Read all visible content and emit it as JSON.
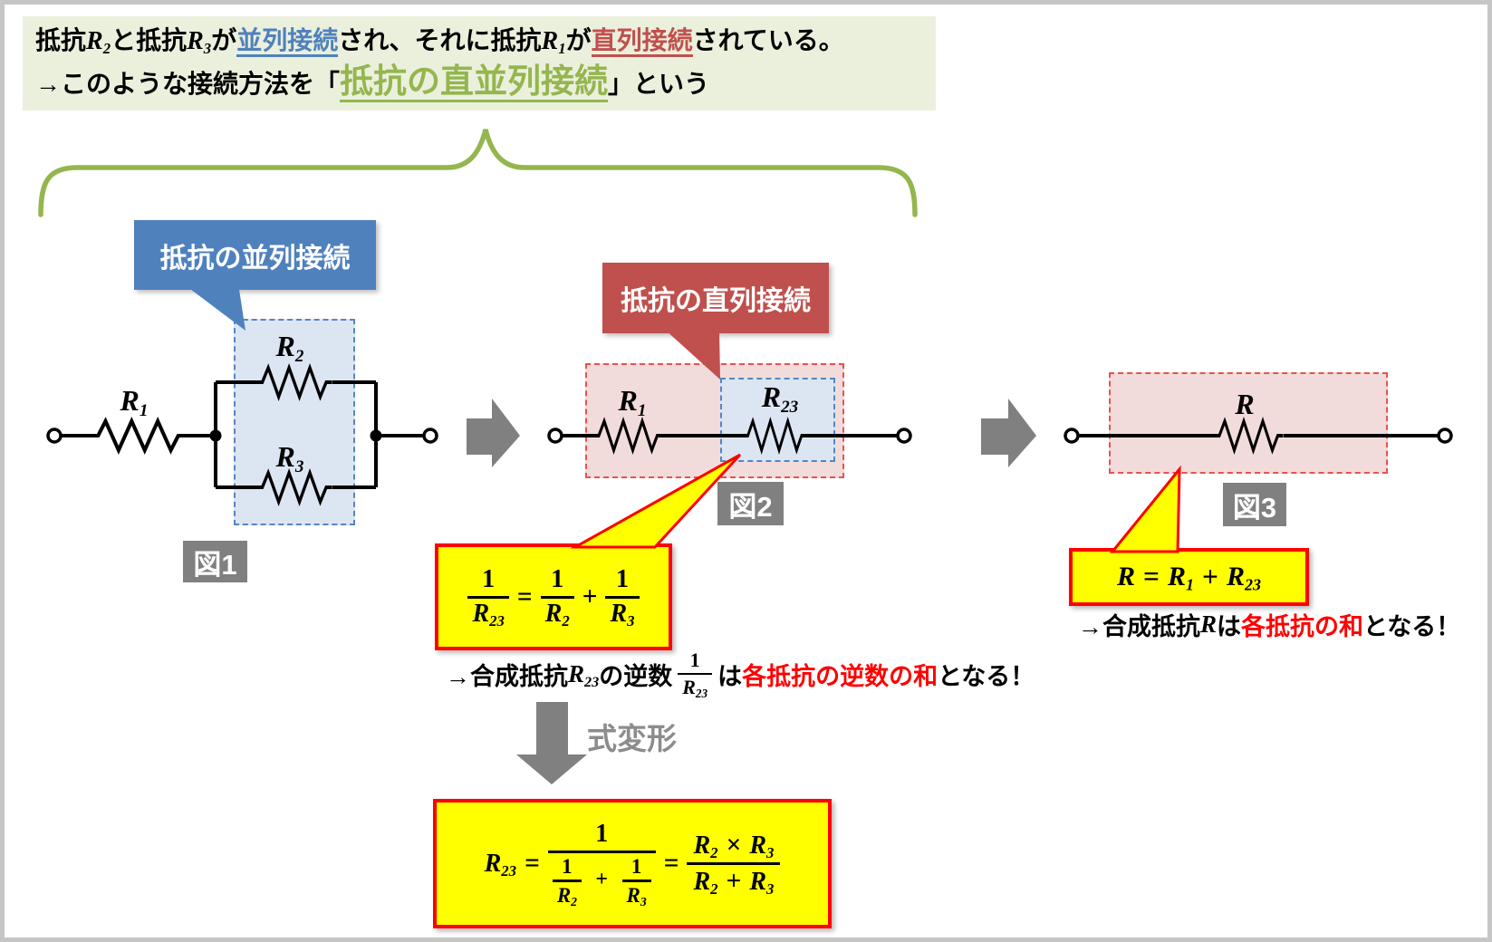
{
  "colors": {
    "accent_blue": "#4f81bd",
    "accent_red": "#c0504d",
    "accent_green": "#94b64e",
    "highlight_yellow": "#ffff00",
    "formula_border_red": "#ff0000",
    "note_red": "#ff0000",
    "gray": "#808080",
    "light_blue_fill": "#dce6f2",
    "light_pink_fill": "#f2dcdb",
    "header_bg": "#ebf0dd"
  },
  "header": {
    "line1": {
      "t1": "抵抗",
      "r2": "R",
      "r2s": "2",
      "t2": "と抵抗",
      "r3": "R",
      "r3s": "3",
      "t3": "が",
      "parallel": "並列接続",
      "t4": "され、それに抵抗",
      "r1": "R",
      "r1s": "1",
      "t5": "が",
      "series": "直列接続",
      "t6": "されている。"
    },
    "line2": {
      "t1": "→このような接続方法を「",
      "highlight": "抵抗の直並列接続",
      "t2": "」という"
    }
  },
  "callouts": {
    "parallel": "抵抗の並列接続",
    "series": "抵抗の直列接続"
  },
  "fig1": {
    "label": "図1",
    "r1": "R",
    "r1s": "1",
    "r2": "R",
    "r2s": "2",
    "r3": "R",
    "r3s": "3"
  },
  "fig2": {
    "label": "図2",
    "r1": "R",
    "r1s": "1",
    "r23": "R",
    "r23s": "23"
  },
  "fig3": {
    "label": "図3",
    "r": "R"
  },
  "formula_reciprocal": {
    "n1": "1",
    "d1r": "R",
    "d1s": "23",
    "eq": "=",
    "n2": "1",
    "d2r": "R",
    "d2s": "2",
    "plus": "+",
    "n3": "1",
    "d3r": "R",
    "d3s": "3"
  },
  "formula_sum": {
    "lhs": "R",
    "eq": "=",
    "a": "R",
    "as": "1",
    "plus": "+",
    "b": "R",
    "bs": "23"
  },
  "formula_transform": {
    "lhs": "R",
    "lhss": "23",
    "eq1": "=",
    "outer_num": "1",
    "i1n": "1",
    "i1r": "R",
    "i1s": "2",
    "plus1": "+",
    "i2n": "1",
    "i2r": "R",
    "i2s": "3",
    "eq2": "=",
    "num_a": "R",
    "num_as": "2",
    "times": "×",
    "num_b": "R",
    "num_bs": "3",
    "den_a": "R",
    "den_as": "2",
    "plus2": "+",
    "den_b": "R",
    "den_bs": "3"
  },
  "note_fig2": {
    "t1": "→合成抵抗",
    "r": "R",
    "rs": "23",
    "t2": "の逆数",
    "fn": "1",
    "fdr": "R",
    "fds": "23",
    "t3": "は",
    "red": "各抵抗の逆数の和",
    "t4": "となる！"
  },
  "note_fig3": {
    "t1": "→合成抵抗",
    "r": "R",
    "t2": "は",
    "red": "各抵抗の和",
    "t3": "となる！"
  },
  "transform_label": "式変形"
}
